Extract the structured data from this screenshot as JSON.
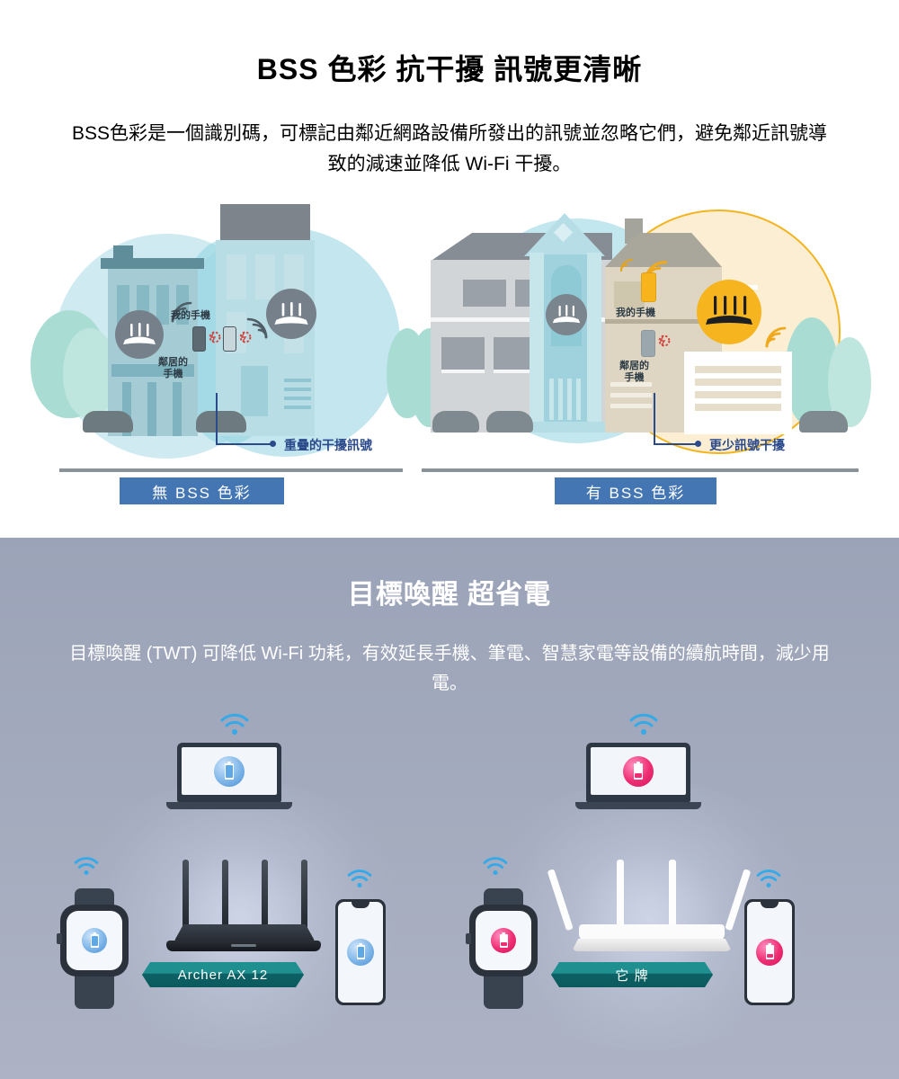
{
  "section1": {
    "title": "BSS 色彩 抗干擾 訊號更清晰",
    "description": "BSS色彩是一個識別碼，可標記由鄰近網路設備所發出的訊號並忽略它們，避免鄰近訊號導致的減速並降低 Wi-Fi 干擾。",
    "left_illustration": {
      "my_phone_label": "我的手機",
      "neighbor_phone_label": "鄰居的\n手機",
      "callout": "重疊的干擾訊號",
      "badge": "無 BSS 色彩"
    },
    "right_illustration": {
      "my_phone_label": "我的手機",
      "neighbor_phone_label": "鄰居的\n手機",
      "callout": "更少訊號干擾",
      "badge": "有 BSS 色彩"
    }
  },
  "section2": {
    "title": "目標喚醒 超省電",
    "description": "目標喚醒 (TWT) 可降低 Wi-Fi 功耗，有效延長手機、筆電、智慧家電等設備的續航時間，減少用電。",
    "left_group": {
      "banner": "Archer AX 12"
    },
    "right_group": {
      "banner": "它 牌"
    }
  },
  "colors": {
    "badge_blue": "#4576b4",
    "callout_navy": "#2b4a8b",
    "banner_teal": "#1f8f90",
    "section2_bg": "#9ba3b8",
    "battery_full": "#4a8fd4",
    "battery_low": "#ef2d72",
    "highlight_orange": "#f6b51e",
    "halo_blue": "#cfeaf1"
  }
}
